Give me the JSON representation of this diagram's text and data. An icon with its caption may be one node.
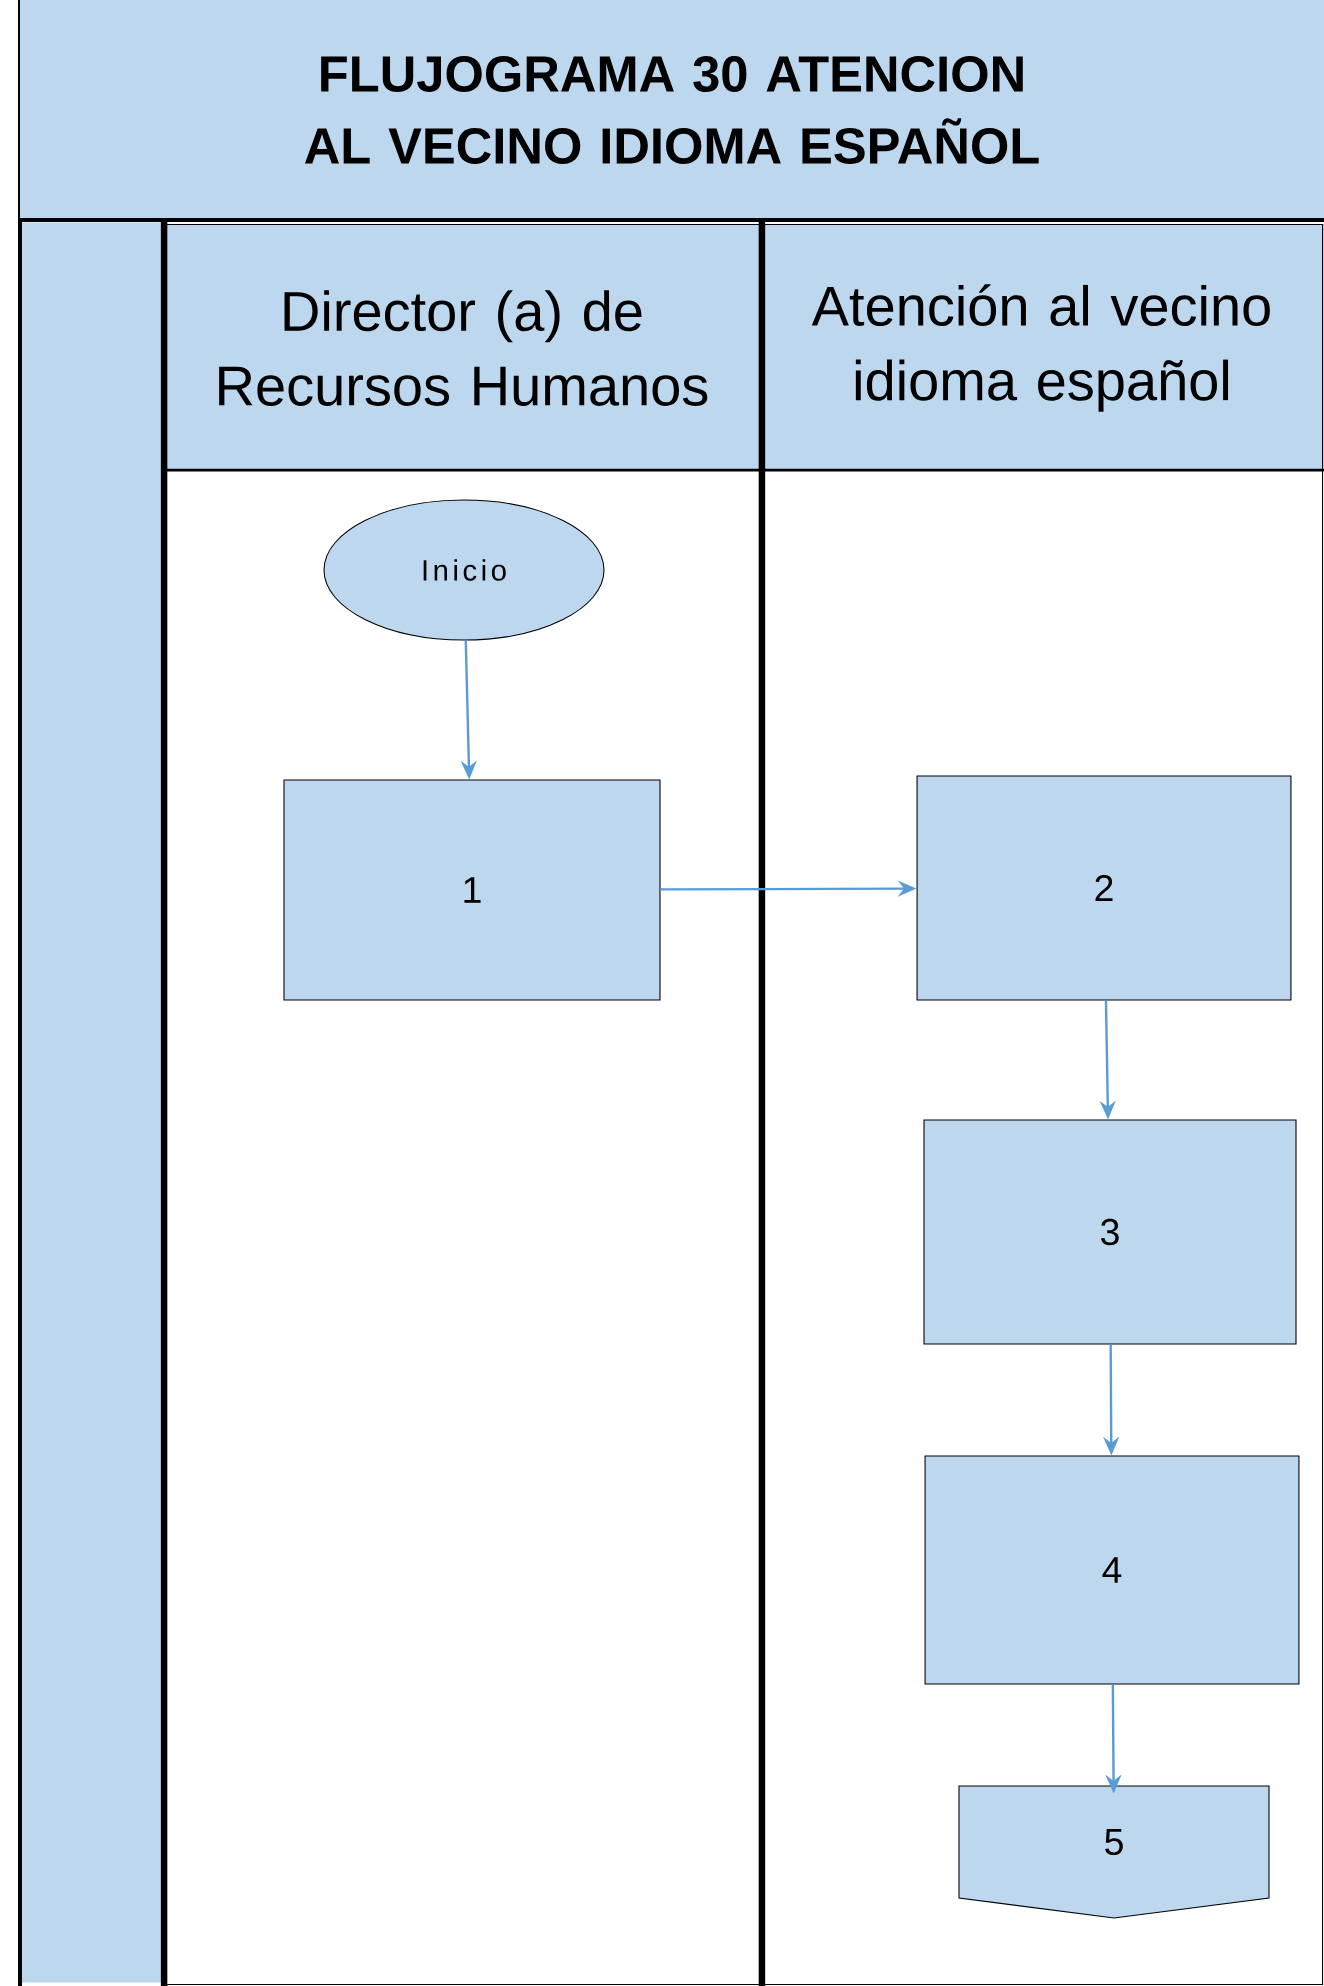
{
  "diagram": {
    "title": "FLUJOGRAMA 30 ATENCION AL VECINO IDIOMA ESPAÑOL",
    "nodes": [
      {
        "text": [
          "Director (a) de Recursos Humanos"
        ]
      },
      {
        "text": [
          "Atención al vecino idioma español"
        ]
      },
      {
        "text": [
          "Inicio"
        ],
        "in": 0
      },
      {
        "text": [
          "1"
        ],
        "in": 0
      },
      {
        "text": [
          "2"
        ],
        "in": 1
      },
      {
        "text": [
          "3"
        ],
        "in": 1
      },
      {
        "text": [
          "4"
        ],
        "in": 1
      },
      {
        "text": [
          "5"
        ],
        "in": 1
      },
      {
        "text": [],
        "shape": "bar"
      }
    ],
    "edges": [
      {
        "from": 2,
        "to": 3,
        "arrow": "to"
      },
      {
        "from": 3,
        "to": 4,
        "arrow": "to"
      },
      {
        "from": 4,
        "to": 5,
        "arrow": "to"
      },
      {
        "from": 5,
        "to": 6,
        "arrow": "to"
      },
      {
        "from": 6,
        "to": 7,
        "arrow": "to"
      }
    ]
  }
}
